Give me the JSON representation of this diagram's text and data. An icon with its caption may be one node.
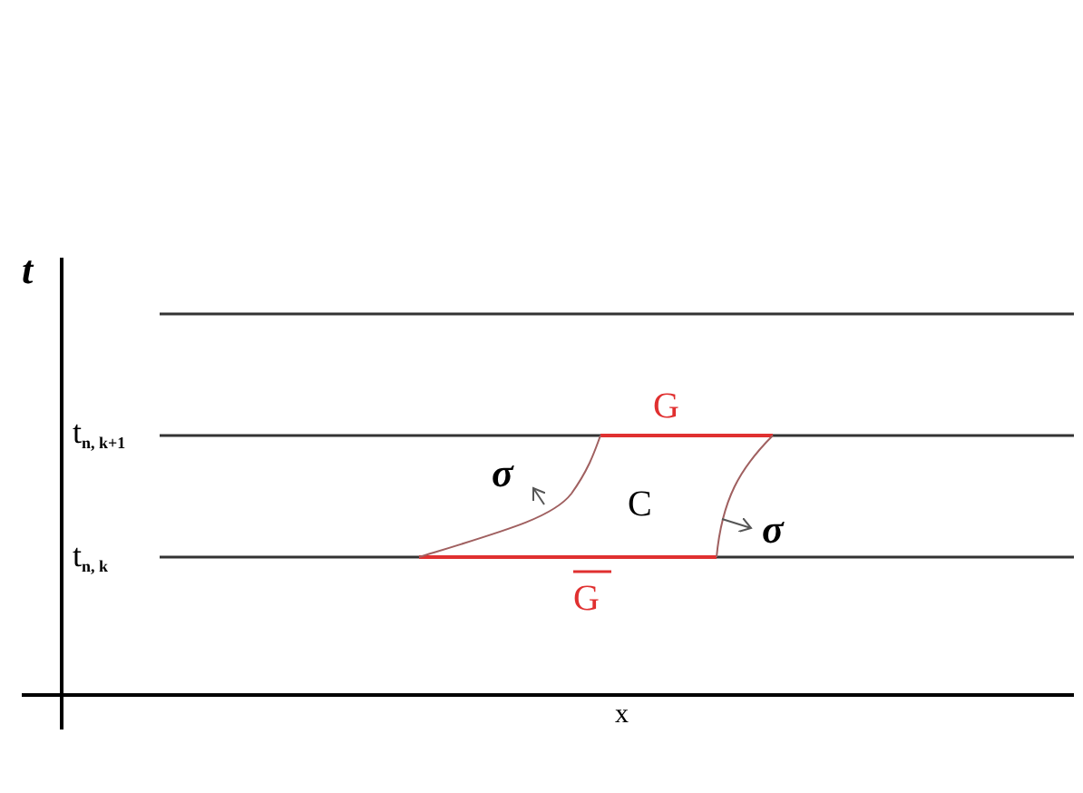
{
  "diagram": {
    "labels": [
      "t",
      "G",
      "t$_{n, k+1}$",
      "σ",
      "C",
      "σ",
      "t$_{n, k}$",
      "G",
      "x"
    ]
  }
}
